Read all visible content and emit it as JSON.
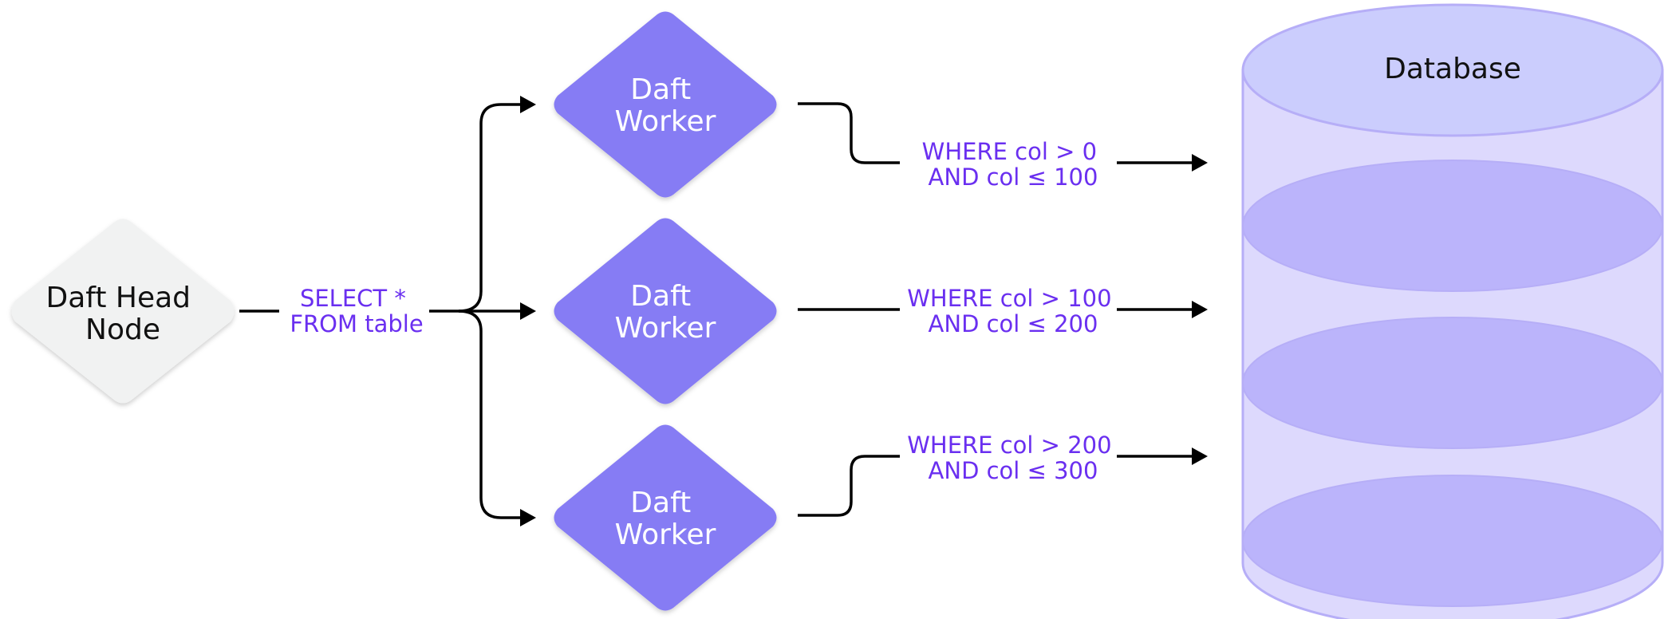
{
  "colors": {
    "head_node_fill": "#f1f2f2",
    "worker_fill": "#867bf4",
    "worker_text": "#ffffff",
    "query_text": "#6a2ff0",
    "database_top": "#cbcdfd",
    "database_body": "#ddd9fd",
    "database_partition": "#bbb4fb",
    "database_outline": "#b6aef7",
    "edge": "#000000"
  },
  "head_node": {
    "line1": "Daft Head",
    "line2": "Node"
  },
  "head_query": {
    "line1": "SELECT *",
    "line2": "FROM table"
  },
  "workers": [
    {
      "line1": "Daft",
      "line2": "Worker"
    },
    {
      "line1": "Daft",
      "line2": "Worker"
    },
    {
      "line1": "Daft",
      "line2": "Worker"
    }
  ],
  "partition_queries": [
    {
      "line1": "WHERE col > 0",
      "line2": "AND col ≤ 100"
    },
    {
      "line1": "WHERE col > 100",
      "line2": "AND col ≤ 200"
    },
    {
      "line1": "WHERE col > 200",
      "line2": "AND col ≤ 300"
    }
  ],
  "database": {
    "label": "Database"
  }
}
